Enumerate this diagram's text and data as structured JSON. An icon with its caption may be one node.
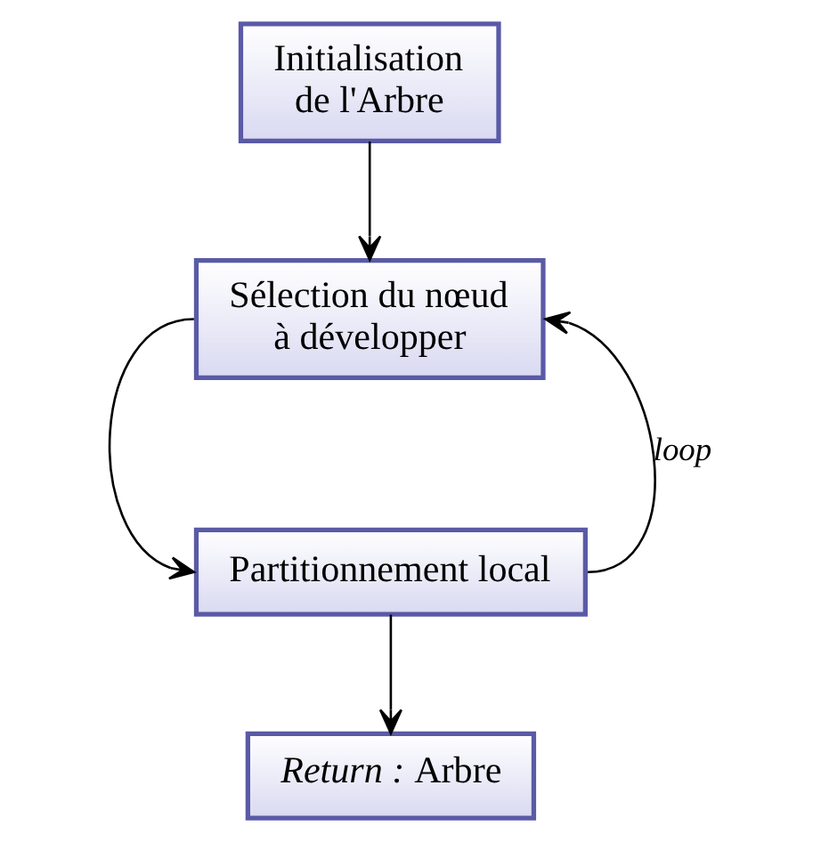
{
  "diagram": {
    "nodes": [
      {
        "text": [
          "Initialisation de l'Arbre"
        ]
      },
      {
        "text": [
          "Sélection du nœud à développer"
        ]
      },
      {
        "text": [
          "Partitionnement local"
        ]
      },
      {
        "text": [
          "*Return :* Arbre"
        ]
      }
    ],
    "edges": [
      {
        "from": 0,
        "to": 1,
        "arrow": "to"
      },
      {
        "from": 1,
        "to": 2,
        "arrow": "to"
      },
      {
        "from": 2,
        "to": 1,
        "arrow": "to",
        "label": "loop"
      },
      {
        "from": 2,
        "to": 3,
        "arrow": "to"
      }
    ]
  }
}
